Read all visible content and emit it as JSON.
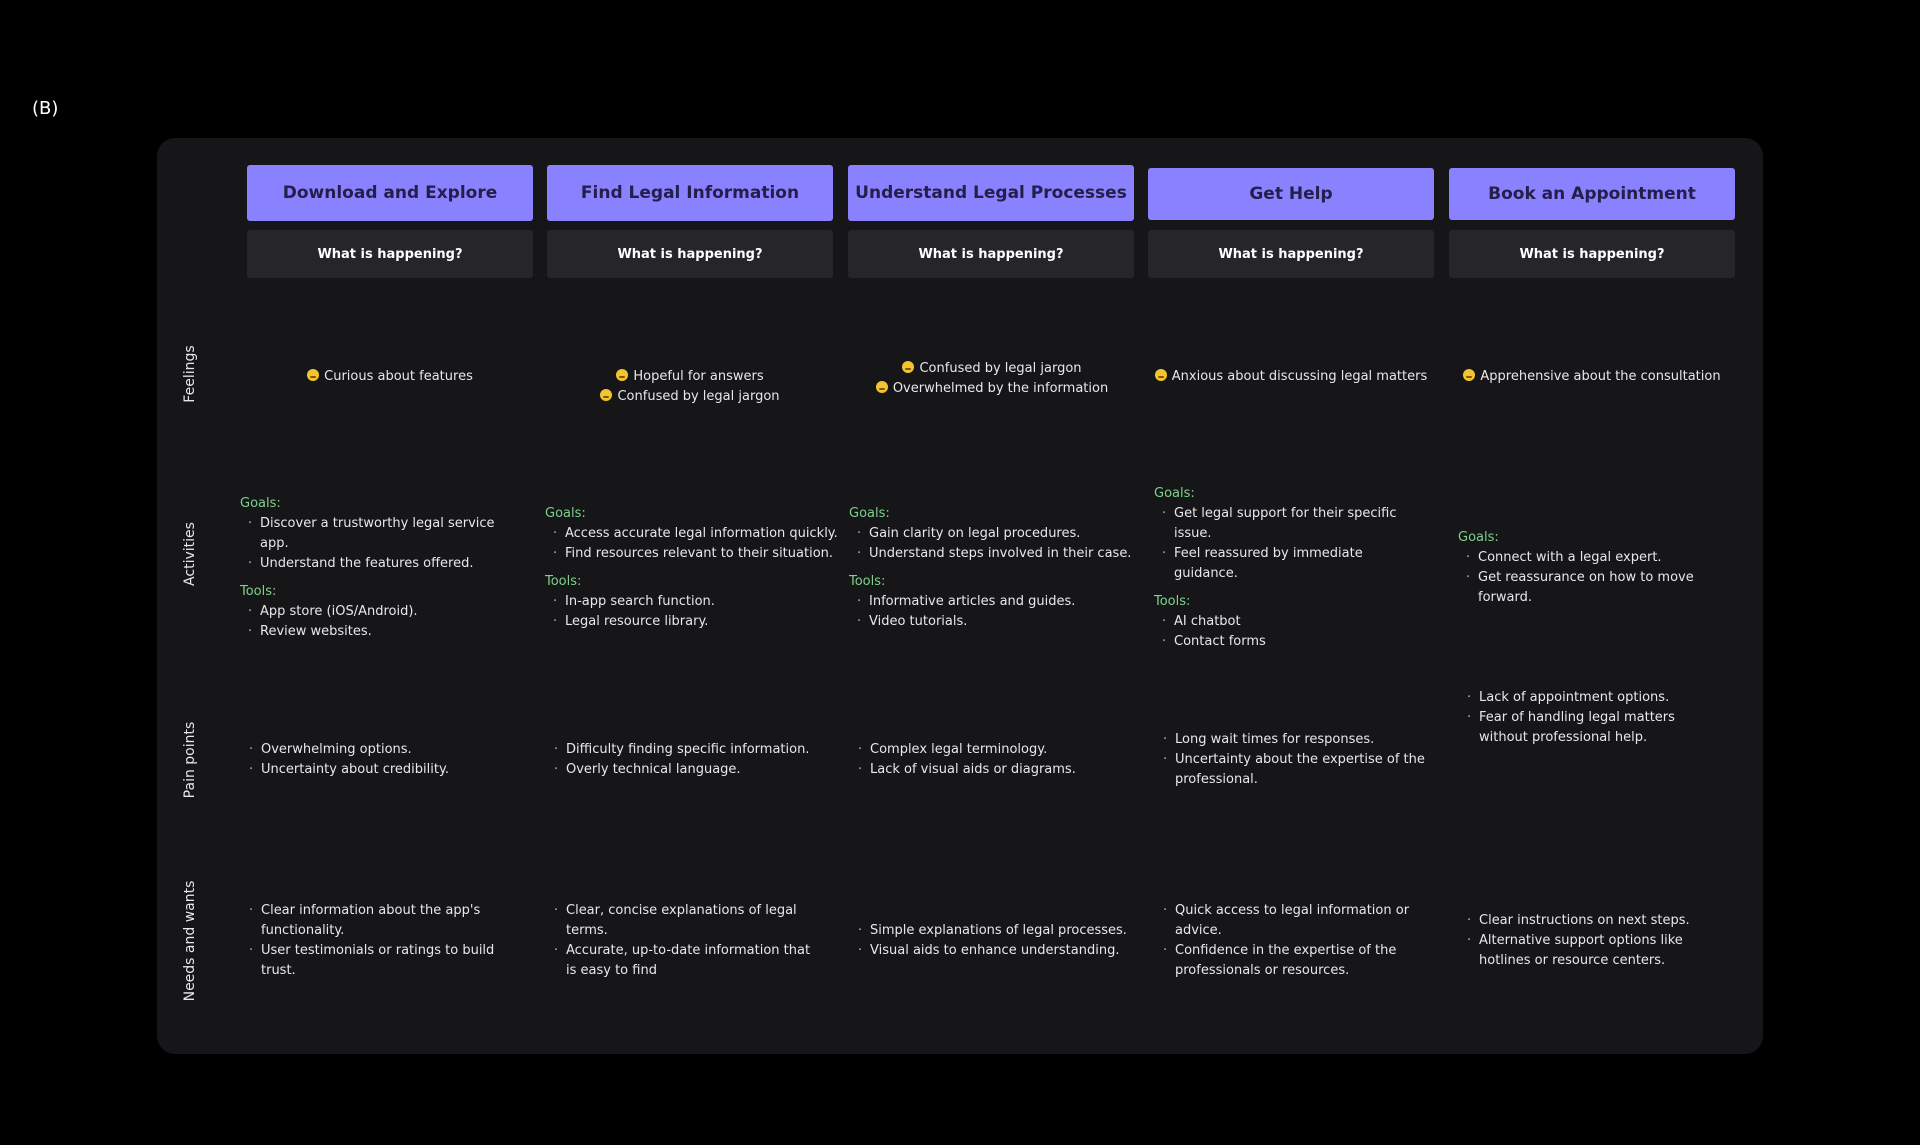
{
  "figure_label": "(B)",
  "stages": [
    {
      "title": "Download and Explore",
      "question": "What is happening?"
    },
    {
      "title": "Find Legal Information",
      "question": "What is happening?"
    },
    {
      "title": "Understand Legal Processes",
      "question": "What is happening?"
    },
    {
      "title": "Get Help",
      "question": "What is happening?"
    },
    {
      "title": "Book an Appointment",
      "question": "What is happening?"
    }
  ],
  "row_labels": {
    "feelings": "Feelings",
    "activities": "Activities",
    "pain_points": "Pain points",
    "needs": "Needs and wants"
  },
  "section_labels": {
    "goals": "Goals:",
    "tools": "Tools:"
  },
  "feelings": [
    [
      "Curious about features"
    ],
    [
      "Hopeful for answers",
      "Confused by legal jargon"
    ],
    [
      "Confused by legal jargon",
      "Overwhelmed by the information"
    ],
    [
      "Anxious about discussing legal matters"
    ],
    [
      "Apprehensive about the consultation"
    ]
  ],
  "activities": [
    {
      "goals": [
        "Discover a trustworthy legal service app.",
        "Understand the features offered."
      ],
      "tools": [
        "App store (iOS/Android).",
        "Review websites."
      ]
    },
    {
      "goals": [
        "Access accurate legal information quickly.",
        "Find resources relevant to their situation."
      ],
      "tools": [
        "In-app search function.",
        "Legal resource library."
      ]
    },
    {
      "goals": [
        "Gain clarity on legal procedures.",
        "Understand steps involved in their case."
      ],
      "tools": [
        "Informative articles and guides.",
        "Video tutorials."
      ]
    },
    {
      "goals": [
        "Get legal support for their specific issue.",
        "Feel reassured by immediate guidance."
      ],
      "tools": [
        "AI chatbot",
        "Contact forms"
      ]
    },
    {
      "goals": [
        "Connect with a legal expert.",
        "Get reassurance on how to move forward."
      ],
      "tools": []
    }
  ],
  "pain_points": [
    [
      "Overwhelming options.",
      "Uncertainty about credibility."
    ],
    [
      "Difficulty finding specific information.",
      "Overly technical language."
    ],
    [
      "Complex legal terminology.",
      "Lack of visual aids or diagrams."
    ],
    [
      "Long wait times for responses.",
      "Uncertainty about the expertise of the professional."
    ],
    [
      "Lack of appointment options.",
      "Fear of handling legal matters without professional help."
    ]
  ],
  "needs": [
    [
      "Clear information about the app's functionality.",
      "User testimonials or ratings to build trust."
    ],
    [
      "Clear, concise explanations of legal terms.",
      "Accurate, up-to-date information that is easy to find"
    ],
    [
      "Simple explanations of legal processes.",
      "Visual aids to enhance understanding."
    ],
    [
      "Quick access to legal information or advice.",
      "Confidence in the expertise of the professionals or resources."
    ],
    [
      "Clear instructions on next steps.",
      "Alternative support options like hotlines or resource centers."
    ]
  ],
  "colors": {
    "stage_header": "#8a81ff",
    "section_label": "#7fd18b",
    "board": "#161619",
    "question_header": "#26262a"
  }
}
